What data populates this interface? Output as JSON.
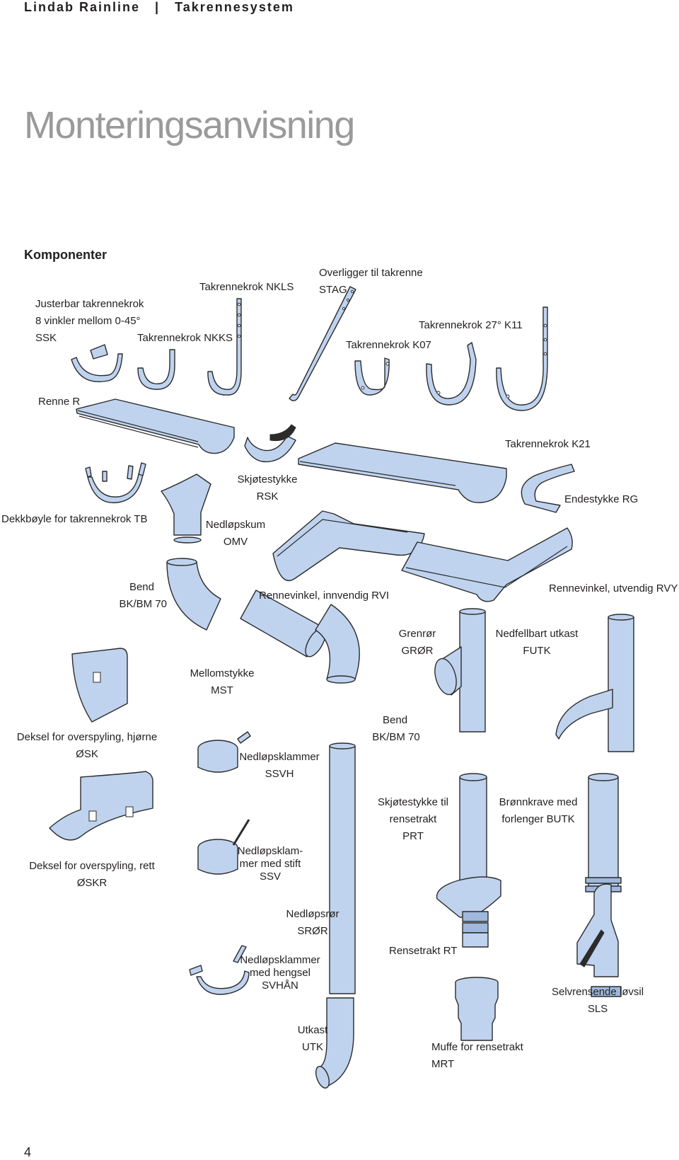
{
  "header": {
    "brand": "Lindab Rainline",
    "sep": "|",
    "section": "Takrennesystem"
  },
  "title": "Monteringsanvisning",
  "section_title": "Komponenter",
  "labels": {
    "ssk": [
      "Justerbar takrennekrok",
      "8 vinkler mellom 0-45°",
      "SSK"
    ],
    "nkks": [
      "Takrennekrok NKKS"
    ],
    "nkls": [
      "Takrennekrok NKLS"
    ],
    "stag": [
      "Overligger til takrenne",
      "STAG"
    ],
    "k07": [
      "Takrennekrok K07"
    ],
    "k11": [
      "Takrennekrok 27° K11"
    ],
    "renne": [
      "Renne R"
    ],
    "k21": [
      "Takrennekrok K21"
    ],
    "rsk": [
      "Skjøtestykke",
      "RSK"
    ],
    "tb": [
      "Dekkbøyle for takrennekrok TB"
    ],
    "omv": [
      "Nedløpskum",
      "OMV"
    ],
    "rg": [
      "Endestykke RG"
    ],
    "bend1": [
      "Bend",
      "BK/BM 70"
    ],
    "rvi": [
      "Rennevinkel, innvendig RVI"
    ],
    "rvy": [
      "Rennevinkel, utvendig  RVY"
    ],
    "grr": [
      "Grenrør",
      "GRØR"
    ],
    "futk": [
      "Nedfellbart utkast",
      "FUTK"
    ],
    "mst": [
      "Mellomstykke",
      "MST"
    ],
    "bend2": [
      "Bend",
      "BK/BM 70"
    ],
    "osk": [
      "Deksel for overspyling, hjørne",
      "ØSK"
    ],
    "ssvh": [
      "Nedløpsklammer",
      "SSVH"
    ],
    "prt": [
      "Skjøtestykke til",
      "rensetrakt",
      "PRT"
    ],
    "butk": [
      "Brønnkrave med",
      "forlenger BUTK"
    ],
    "oskr": [
      "Deksel for overspyling, rett",
      "ØSKR"
    ],
    "ssv": [
      "Nedløpsklam-",
      "mer med stift",
      "SSV"
    ],
    "srr": [
      "Nedløpsrør",
      "SRØR"
    ],
    "rt": [
      "Rensetrakt RT"
    ],
    "svhan": [
      "Nedløpsklammer",
      "med hengsel",
      "SVHÅN"
    ],
    "sls": [
      "Selvrensende løvsil",
      "SLS"
    ],
    "utk": [
      "Utkast",
      "UTK"
    ],
    "mrt": [
      "Muffe for rensetrakt",
      "MRT"
    ]
  },
  "page_number": "4",
  "colors": {
    "part_fill": "#bfd3ef",
    "part_stroke": "#2b2b2b",
    "title_gray": "#9a9a9a"
  }
}
